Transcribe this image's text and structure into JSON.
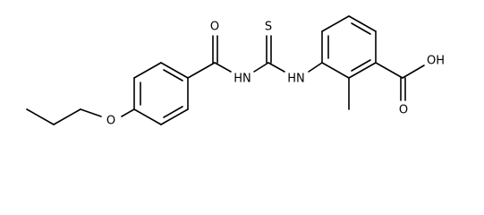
{
  "molecule": {
    "atom_labels": {
      "carbonyl_oxygen": "O",
      "amide_nitrogen": "HN",
      "thione_sulfur": "S",
      "amine_nitrogen": "HN",
      "ether_oxygen": "O",
      "acid_hydroxyl": "OH",
      "acid_oxygen": "O"
    }
  }
}
